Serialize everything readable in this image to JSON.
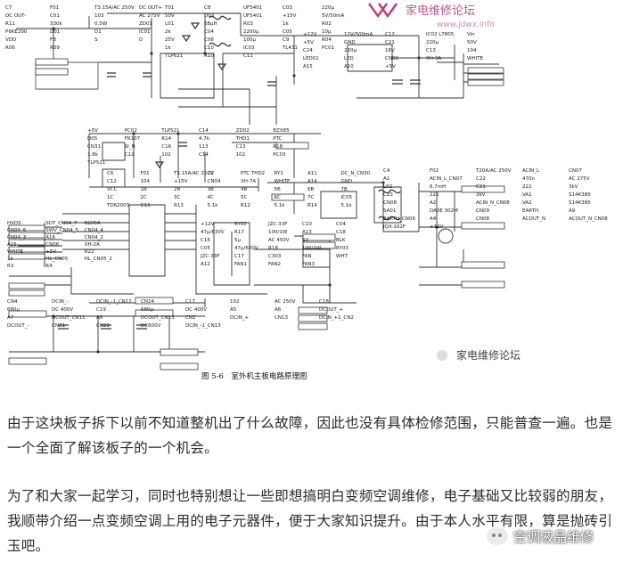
{
  "figure": {
    "caption": "图 5-6　室外机主板电路原理图",
    "watermark_text": "家电维修论坛",
    "watermark_url": "www.jdwx.info",
    "wechat_watermark": "家电维修论坛",
    "labels": {
      "top_left": [
        "C7",
        "F01",
        "T3.15A/AC 250V",
        "DC OUT+",
        "DC OUT-",
        "C01",
        "103",
        "AC 275V",
        "R11",
        "330k",
        "0.5W",
        "ZD01",
        "P6KE200",
        "D01",
        "D1",
        "IC01",
        "VDD",
        "FB",
        "S",
        "D",
        "R06",
        "R09"
      ],
      "top_mid": [
        "T01",
        "C8",
        "UF5401",
        "C03",
        "220µ",
        "50V",
        "D03",
        "UF5401",
        "+15V",
        "5V/50mA",
        "L01",
        "68µH",
        "R03",
        "1k",
        "R02",
        "2k",
        "C04",
        "2200µ",
        "C05",
        "10µ",
        "25V",
        "C06",
        "100µ",
        "C9",
        "R04",
        "1k",
        "C10",
        "IC03",
        "TL431",
        "PC01",
        "TLP621",
        "R10",
        "C11"
      ],
      "top_right": [
        "+12V",
        "12V/500mA",
        "C12",
        "IC02 L7805",
        "Vin",
        "+5V",
        "GND",
        "C21",
        "220µ",
        "50V",
        "C24",
        "220µ",
        "16V",
        "C13",
        "104",
        "LED01",
        "LED",
        "CN02",
        "XH-3A",
        "WHITE",
        "A15",
        "A10",
        "+5V"
      ],
      "mid_left": [
        "+5V",
        "PC02",
        "TLP521",
        "C14",
        "ZD02",
        "BZX85",
        "D05",
        "FR107",
        "R14",
        "4.7k",
        "THD1",
        "PTC",
        "CN31",
        "SI_N",
        "C16",
        "113",
        "C13",
        "R18",
        "1.8k",
        "C12",
        "102",
        "C14",
        "102",
        "PC03",
        "TLP521"
      ],
      "mid_center": [
        "C6",
        "F01",
        "T3.15A/AC 250V",
        "C2",
        "PTC THD2",
        "RY1",
        "A11",
        "DC_N_CN30",
        "C12",
        "104",
        "+15V",
        "CN04",
        "XH-7A",
        "WHITE",
        "A14",
        "GND",
        "VCC",
        "1B",
        "2B",
        "3B",
        "4B",
        "5B",
        "6B",
        "7B",
        "1C",
        "2C",
        "3C",
        "4C",
        "5C",
        "6C",
        "7C",
        "IC05",
        "TD62003",
        "C13",
        "R13",
        "5.1k",
        "R12",
        "5.1k",
        "R14",
        "5.1k"
      ],
      "mid_relays": [
        "+12V",
        "RY02",
        "JZC-33F",
        "C10",
        "C04",
        "47µ/630V",
        "R17",
        "100/1W",
        "A13",
        "C18",
        "C16",
        "5µ",
        "AC 450V",
        "SV",
        "BLK",
        "C05",
        "47µ/630V",
        "R18",
        "100/1W",
        "RY03",
        "JZC-33F",
        "C17",
        "C303",
        "FAN",
        "WHT",
        "A12",
        "FAN1",
        "FAN2",
        "FAN3"
      ],
      "right": [
        "C4",
        "F02",
        "T20A/AC 250V",
        "ACIN_L",
        "CN07",
        "A1",
        "ACIN_L_CN07",
        "C22",
        "470n",
        "AC 275V",
        "L02",
        "6.7mH",
        "C21",
        "222",
        "3kV",
        "C23",
        "222",
        "3kV",
        "VA1",
        "S14K385",
        "CN08",
        "A2",
        "ACIN_N_CN08",
        "VA2",
        "S14K385",
        "SA01",
        "DA3E 302M",
        "CN09",
        "EARTH",
        "A9",
        "EARTH_CN09",
        "A4",
        "CN08",
        "ACOUT_N",
        "ACOUT_N_CN08",
        "JQX-102F",
        "+12V"
      ],
      "lower_left": [
        "HVOS",
        "SDT_CN04_7",
        "BLVDA",
        "CN04_6",
        "SWV_CN04_5",
        "CN04_4",
        "CN04_3",
        "A16",
        "CN04_2",
        "A15",
        "CN06",
        "XH-2A",
        "WHITE",
        "+5V",
        "R22",
        "1k",
        "HL_CN05",
        "HL_CN05_2",
        "R3",
        "R4"
      ],
      "bottom": [
        "CN4",
        "DCIN_-",
        "DCIN_-1_CN12",
        "CN14",
        "C17",
        "102",
        "AC 250V",
        "C18",
        "680µ",
        "DC 400V",
        "C19",
        "680µ",
        "DC 400V",
        "A5",
        "A6",
        "DCOUT_+",
        "A7",
        "DCOUT_CN11",
        "A8",
        "DCOUT_CN13",
        "CN2",
        "DCIN_+",
        "CN13",
        "DCIN_+1_CN2",
        "DCOUT_-",
        "CN21",
        "CN22",
        "DC600V",
        "DCIN_-1_CN13"
      ]
    }
  },
  "paragraphs": [
    "由于这块板子拆下以前不知道整机出了什么故障，因此也没有具体检修范围，只能普查一遍。也是一个全面了解该板子的一个机会。",
    "为了和大家一起学习，同时也特别想让一些即想搞明白变频空调维修，电子基础又比较弱的朋友，我顺带介绍一点变频空调上用的电子元器件，便于大家知识提升。由于本人水平有限，算是抛砖引玉吧。"
  ],
  "footer_watermark": "空调液晶维修"
}
